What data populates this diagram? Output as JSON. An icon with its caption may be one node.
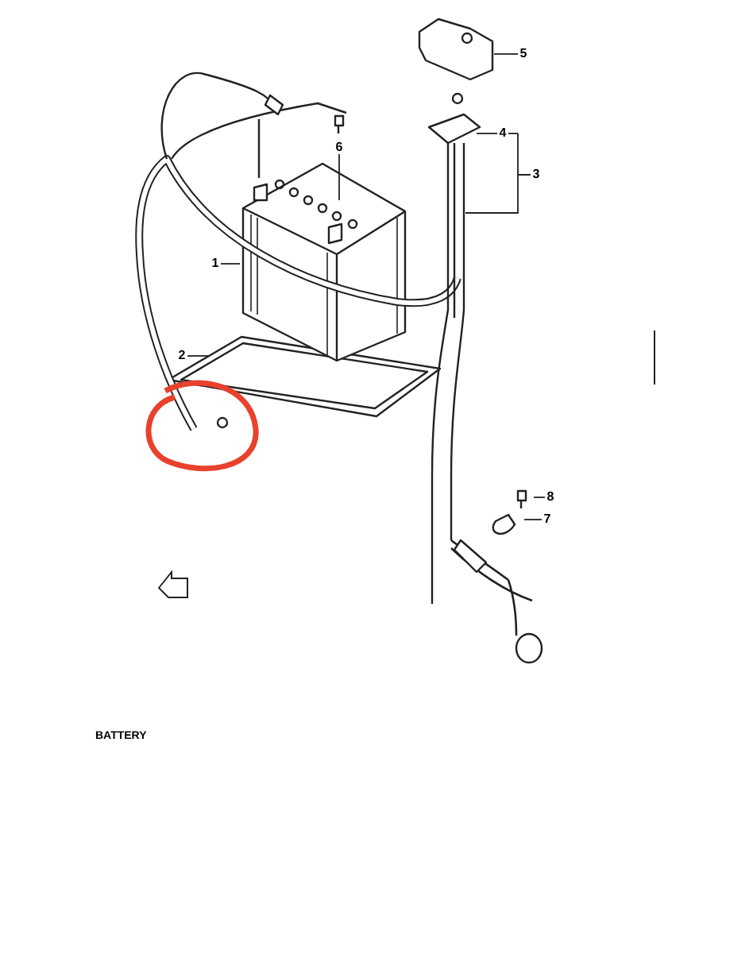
{
  "diagram": {
    "nodes": [
      {
        "text": [
          "1"
        ]
      },
      {
        "text": [
          "2"
        ]
      },
      {
        "text": [
          "3"
        ]
      },
      {
        "text": [
          "4"
        ]
      },
      {
        "text": [
          "5"
        ]
      },
      {
        "text": [
          "6"
        ]
      },
      {
        "text": [
          "7"
        ]
      },
      {
        "text": [
          "8"
        ]
      }
    ],
    "edges": [
      {
        "from": 0,
        "to": null,
        "arrow": "none"
      },
      {
        "from": 1,
        "to": null,
        "arrow": "none"
      },
      {
        "from": 2,
        "to": null,
        "arrow": "none"
      },
      {
        "from": 3,
        "to": null,
        "arrow": "none"
      },
      {
        "from": 3,
        "to": null,
        "arrow": "none"
      },
      {
        "from": 4,
        "to": null,
        "arrow": "none"
      },
      {
        "from": 5,
        "to": null,
        "arrow": "none"
      },
      {
        "from": 6,
        "to": null,
        "arrow": "none"
      },
      {
        "from": 7,
        "to": null,
        "arrow": "none"
      }
    ],
    "labels": [
      "BATTERY"
    ]
  }
}
